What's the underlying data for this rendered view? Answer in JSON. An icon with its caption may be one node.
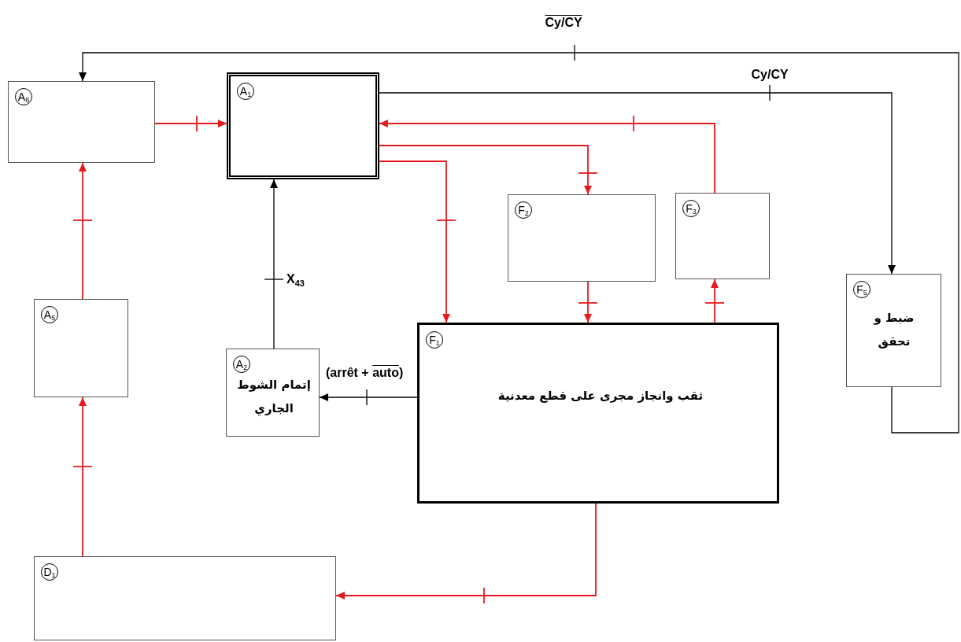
{
  "diagram": {
    "nodes": [
      {
        "text": [
          "A$_{6}$"
        ]
      },
      {
        "text": [
          "A$_{1}$"
        ]
      },
      {
        "text": [
          "F$_{2}$"
        ]
      },
      {
        "text": [
          "F$_{3}$"
        ]
      },
      {
        "text": [
          "A$_{5}$"
        ]
      },
      {
        "text": [
          "A$_{2}$",
          "إتمام الشوط الجاري"
        ]
      },
      {
        "text": [
          "F$_{1}$",
          "ثقب وانجاز مجرى على قطع معدنية"
        ]
      },
      {
        "text": [
          "F$_{5}$",
          "ضبط و تحقق"
        ]
      },
      {
        "text": [
          "D$_{1}$"
        ]
      }
    ],
    "edges": [
      {
        "from": 0,
        "to": 1,
        "arrow": "to"
      },
      {
        "from": 1,
        "to": 2,
        "arrow": "to"
      },
      {
        "from": 1,
        "to": 6,
        "arrow": "to"
      },
      {
        "from": 3,
        "to": 1,
        "arrow": "to"
      },
      {
        "from": 2,
        "to": 6,
        "arrow": "to"
      },
      {
        "from": 6,
        "to": 3,
        "arrow": "to"
      },
      {
        "from": 6,
        "to": 8,
        "arrow": "to"
      },
      {
        "from": 8,
        "to": 4,
        "arrow": "to"
      },
      {
        "from": 4,
        "to": 0,
        "arrow": "to"
      },
      {
        "from": 5,
        "to": 1,
        "arrow": "to",
        "label": "X$_{43}$",
        "color": "#000000"
      },
      {
        "from": 6,
        "to": 5,
        "arrow": "to",
        "label": "(arrêt + auto)",
        "color": "#000000"
      },
      {
        "from": 1,
        "to": 7,
        "arrow": "to",
        "label": "Cy/CY",
        "color": "#000000"
      },
      {
        "from": 7,
        "to": 0,
        "arrow": "to",
        "label": "Cy/CY",
        "color": "#000000"
      }
    ]
  }
}
